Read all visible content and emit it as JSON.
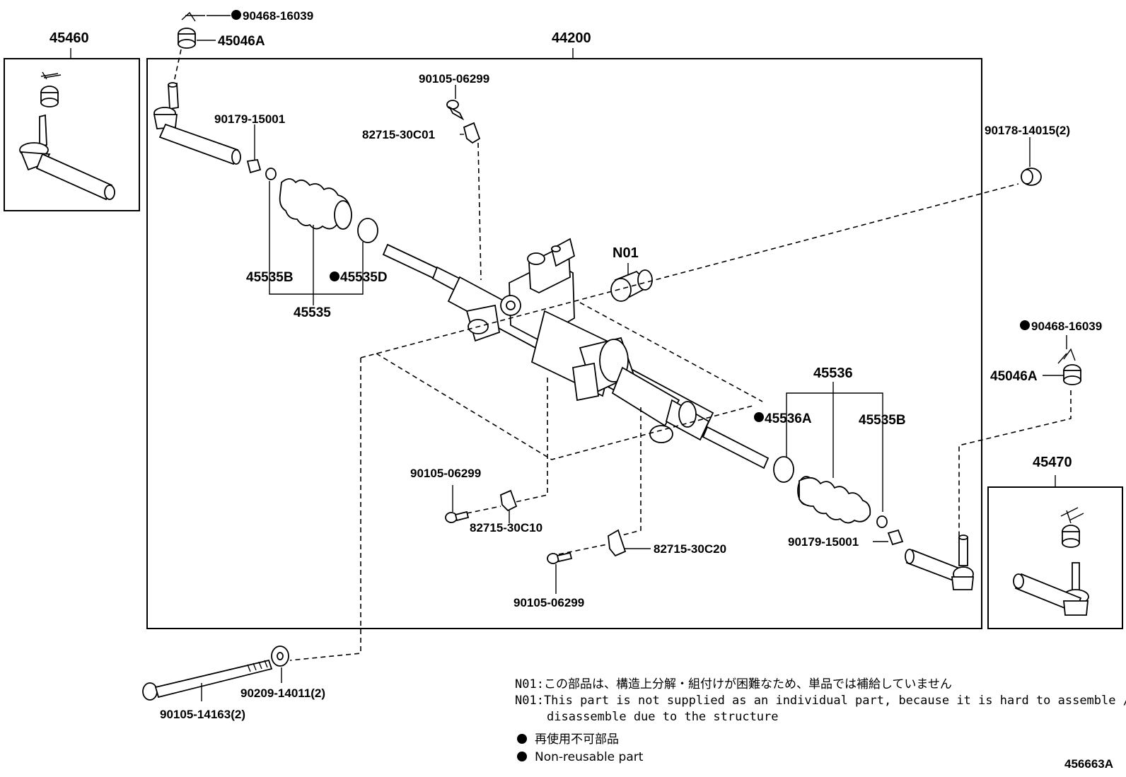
{
  "labels": {
    "tie_rod_end_lh": "45460",
    "gear_assy": "44200",
    "tie_rod_end_rh": "45470",
    "cotter_pin_top": "90468-16039",
    "nut_top": "45046A",
    "bolt_top": "90105-06299",
    "bracket_top": "82715-30C01",
    "clip_left": "90179-15001",
    "boot_left_kit": "45535B",
    "clamp_left": "45535D",
    "boot_left_assy": "45535",
    "bushing": "N01",
    "grommet_right": "90178-14015(2)",
    "cotter_pin_right": "90468-16039",
    "nut_right": "45046A",
    "boot_right_assy": "45536",
    "clamp_right": "45536A",
    "boot_right_kit": "45535B",
    "clip_right": "90179-15001",
    "bolt_mid": "90105-06299",
    "bracket_mid": "82715-30C10",
    "bracket_low": "82715-30C20",
    "bolt_low": "90105-06299",
    "washer": "90209-14011(2)",
    "mount_bolt": "90105-14163(2)"
  },
  "notes": {
    "n01_jp": "N01:この部品は、構造上分解・組付けが困難なため、単品では補給していません",
    "n01_en_1": "N01:This part is not supplied as an individual part, because it is hard to assemble /",
    "n01_en_2": "disassemble due to the structure"
  },
  "legend": {
    "jp": "再使用不可部品",
    "en": "Non-reusable part"
  },
  "figure_id": "456663A"
}
